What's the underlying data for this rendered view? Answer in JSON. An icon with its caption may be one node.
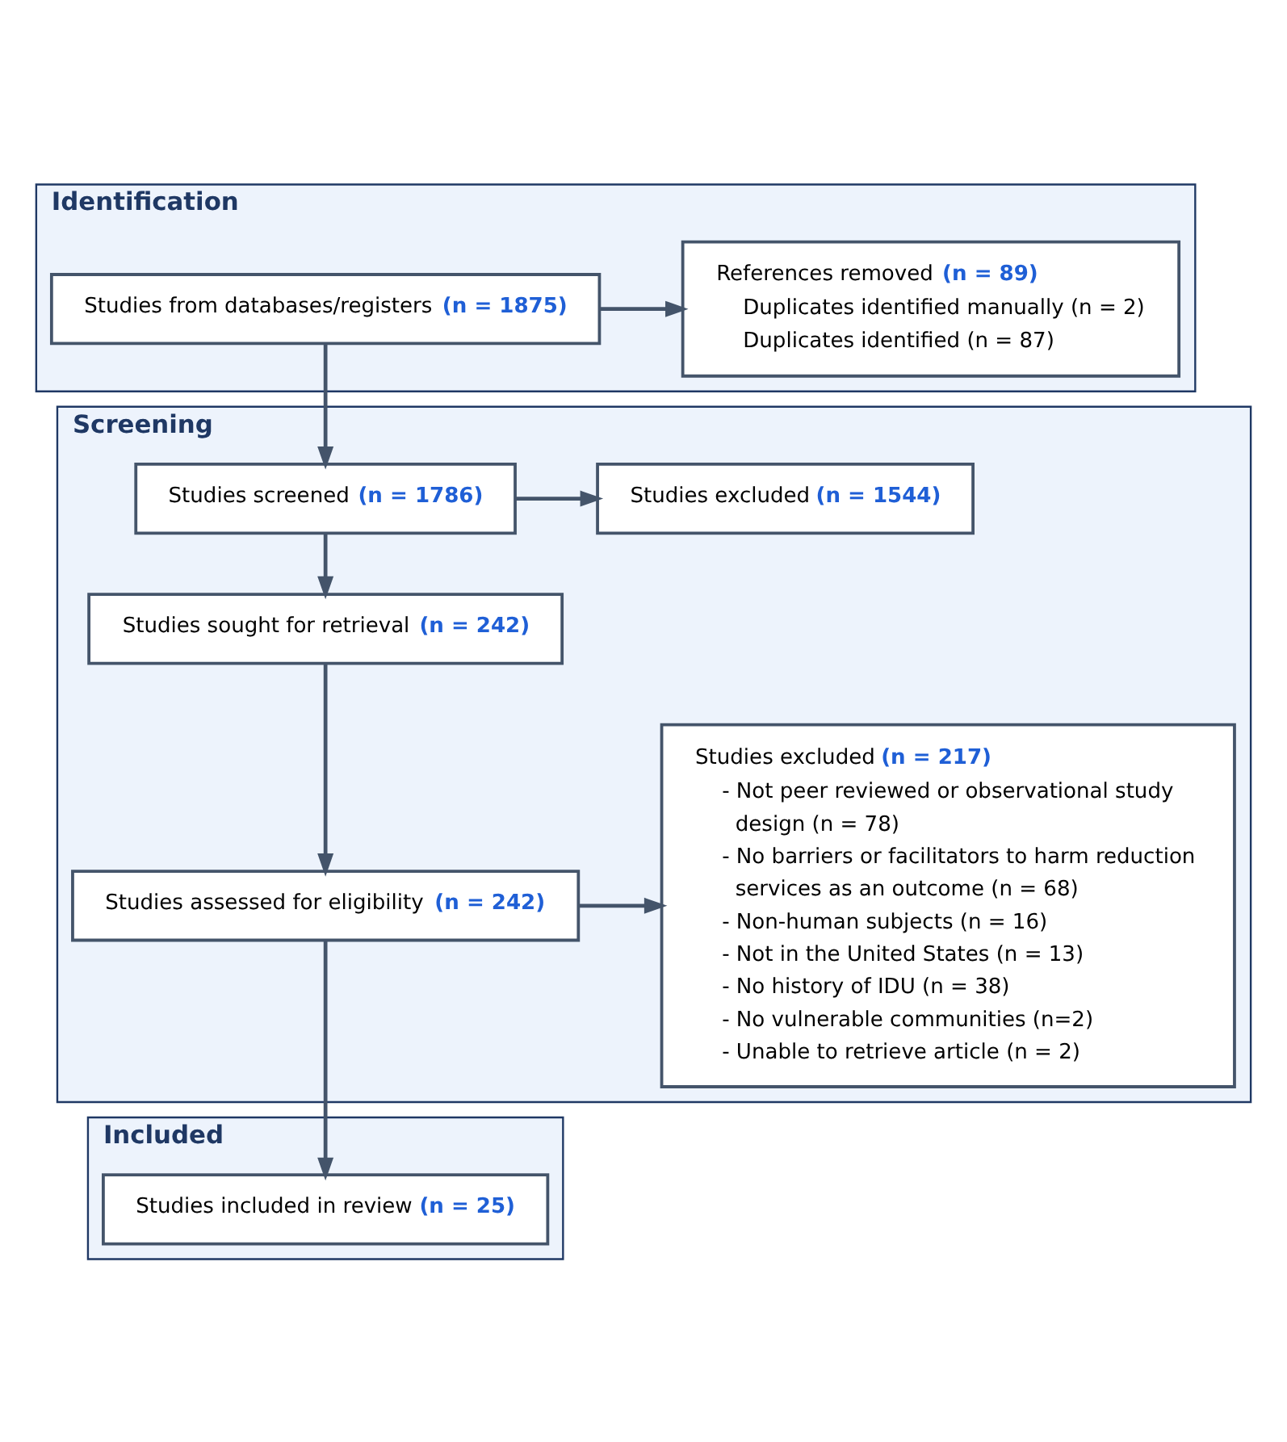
{
  "diagram": {
    "nodes": [
      {
        "text": [
          "Identification"
        ]
      },
      {
        "text": [
          "Studies from databases/registers **(n = 1875)**"
        ],
        "in": 0
      },
      {
        "text": [
          "References removed **(n = 89)**",
          "Duplicates identified manually (n = 2)",
          "Duplicates identified (n = 87)"
        ],
        "in": 0
      },
      {
        "text": [
          "Screening"
        ]
      },
      {
        "text": [
          "Studies screened **(n = 1786)**"
        ],
        "in": 3
      },
      {
        "text": [
          "Studies excluded **(n = 1544)**"
        ],
        "in": 3
      },
      {
        "text": [
          "Studies sought for retrieval **(n = 242)**"
        ],
        "in": 3
      },
      {
        "text": [
          "Studies assessed for eligibility **(n = 242)**"
        ],
        "in": 3
      },
      {
        "text": [
          "Studies excluded **(n = 217)**",
          "- Not peer reviewed or observational study design (n = 78)",
          "- No barriers or facilitators to harm reduction services as an outcome (n = 68)",
          "- Non-human subjects (n = 16)",
          "- Not in the United States (n = 13)",
          "- No history of IDU (n = 38)",
          "- No vulnerable communities (n=2)",
          "- Unable to retrieve article (n = 2)"
        ],
        "in": 3
      },
      {
        "text": [
          "Included"
        ]
      },
      {
        "text": [
          "Studies included in review **(n = 25)**"
        ],
        "in": 9
      }
    ],
    "edges": [
      {
        "from": 1,
        "to": 2,
        "arrow": "to"
      },
      {
        "from": 1,
        "to": 4,
        "arrow": "to"
      },
      {
        "from": 4,
        "to": 5,
        "arrow": "to"
      },
      {
        "from": 4,
        "to": 6,
        "arrow": "to"
      },
      {
        "from": 6,
        "to": 7,
        "arrow": "to"
      },
      {
        "from": 7,
        "to": 8,
        "arrow": "to"
      },
      {
        "from": 7,
        "to": 10,
        "arrow": "to"
      }
    ]
  }
}
